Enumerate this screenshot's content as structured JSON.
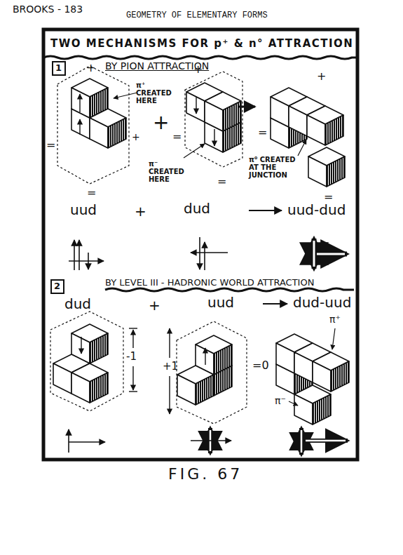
{
  "diagram": {
    "title": "TWO MECHANISMS FOR p⁺ & n° ATTRACTION",
    "caption": "FIG. 67",
    "nodes": [
      {
        "text": [
          "1"
        ]
      },
      {
        "text": [
          "2"
        ]
      }
    ],
    "labels": [
      "BROOKS - 183",
      "GEOMETRY OF ELEMENTARY FORMS",
      "BY PION ATTRACTION",
      "+",
      "=",
      "=",
      "π⁺ CREATED HERE",
      "+",
      "+",
      "=",
      "+",
      "=",
      "π⁻ CREATED HERE",
      "=",
      "+",
      "π⁰ CREATED AT THE JUNCTION",
      "=",
      "uud",
      "+",
      "dud",
      "uud-dud",
      "BY LEVEL III - HADRONIC WORLD ATTRACTION",
      "dud",
      "+",
      "uud",
      "dud-uud",
      "-1",
      "+1",
      "=0",
      "π⁺",
      "π⁻"
    ]
  }
}
